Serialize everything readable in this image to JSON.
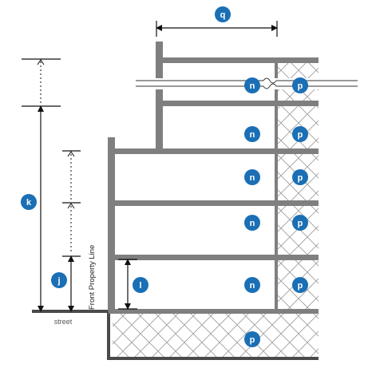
{
  "labels": {
    "q": "q",
    "k": "k",
    "j": "j",
    "l": "l",
    "n": "n",
    "p": "p",
    "street": "street",
    "front_property_line": "Front Property Line"
  },
  "colors": {
    "badge": "#1a6fb5",
    "structure": "#7f7f7f",
    "structure_dark": "#4a4a4a",
    "hatch": "#9a9a9a",
    "dimension": "#111111",
    "background": "#ffffff"
  }
}
